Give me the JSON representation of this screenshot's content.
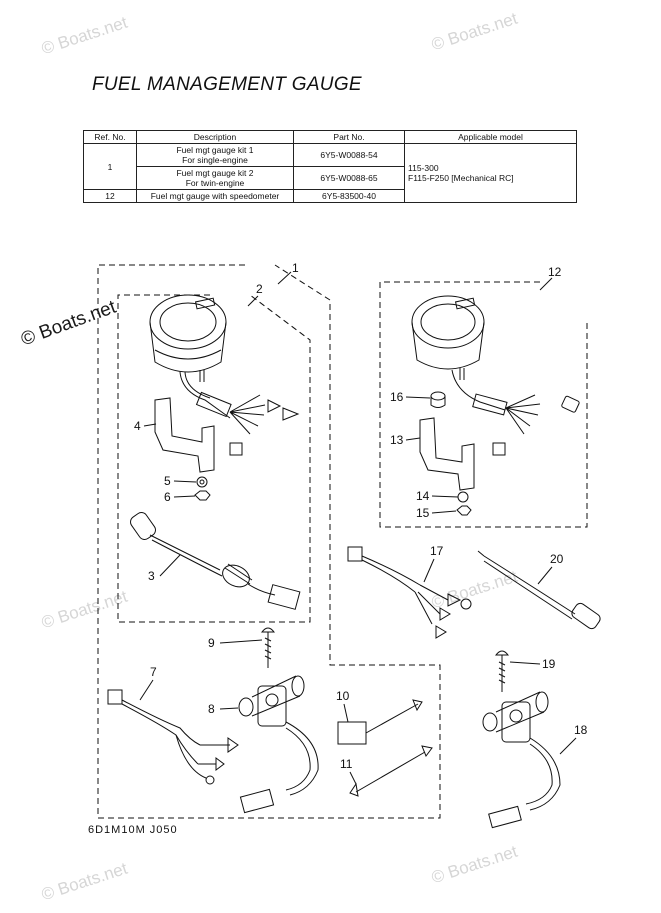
{
  "watermark": "© Boats.net",
  "title": "FUEL MANAGEMENT GAUGE",
  "table": {
    "headers": [
      "Ref. No.",
      "Description",
      "Part No.",
      "Applicable model"
    ],
    "row1_ref": "1",
    "row1_desc_a": "Fuel mgt gauge kit 1",
    "row1_desc_b": "For single-engine",
    "row1_part": "6Y5-W0088-54",
    "row2_desc_a": "Fuel mgt gauge kit 2",
    "row2_desc_b": "For twin-engine",
    "row2_part": "6Y5-W0088-65",
    "model_a": "115-300",
    "model_b": "F115-F250 [Mechanical RC]",
    "row3_ref": "12",
    "row3_desc": "Fuel mgt gauge with speedometer",
    "row3_part": "6Y5-83500-40"
  },
  "callouts": [
    "1",
    "2",
    "3",
    "4",
    "5",
    "6",
    "7",
    "8",
    "9",
    "10",
    "11",
    "12",
    "13",
    "14",
    "15",
    "16",
    "17",
    "18",
    "19",
    "20"
  ],
  "footer_code": "6D1M10M J050"
}
